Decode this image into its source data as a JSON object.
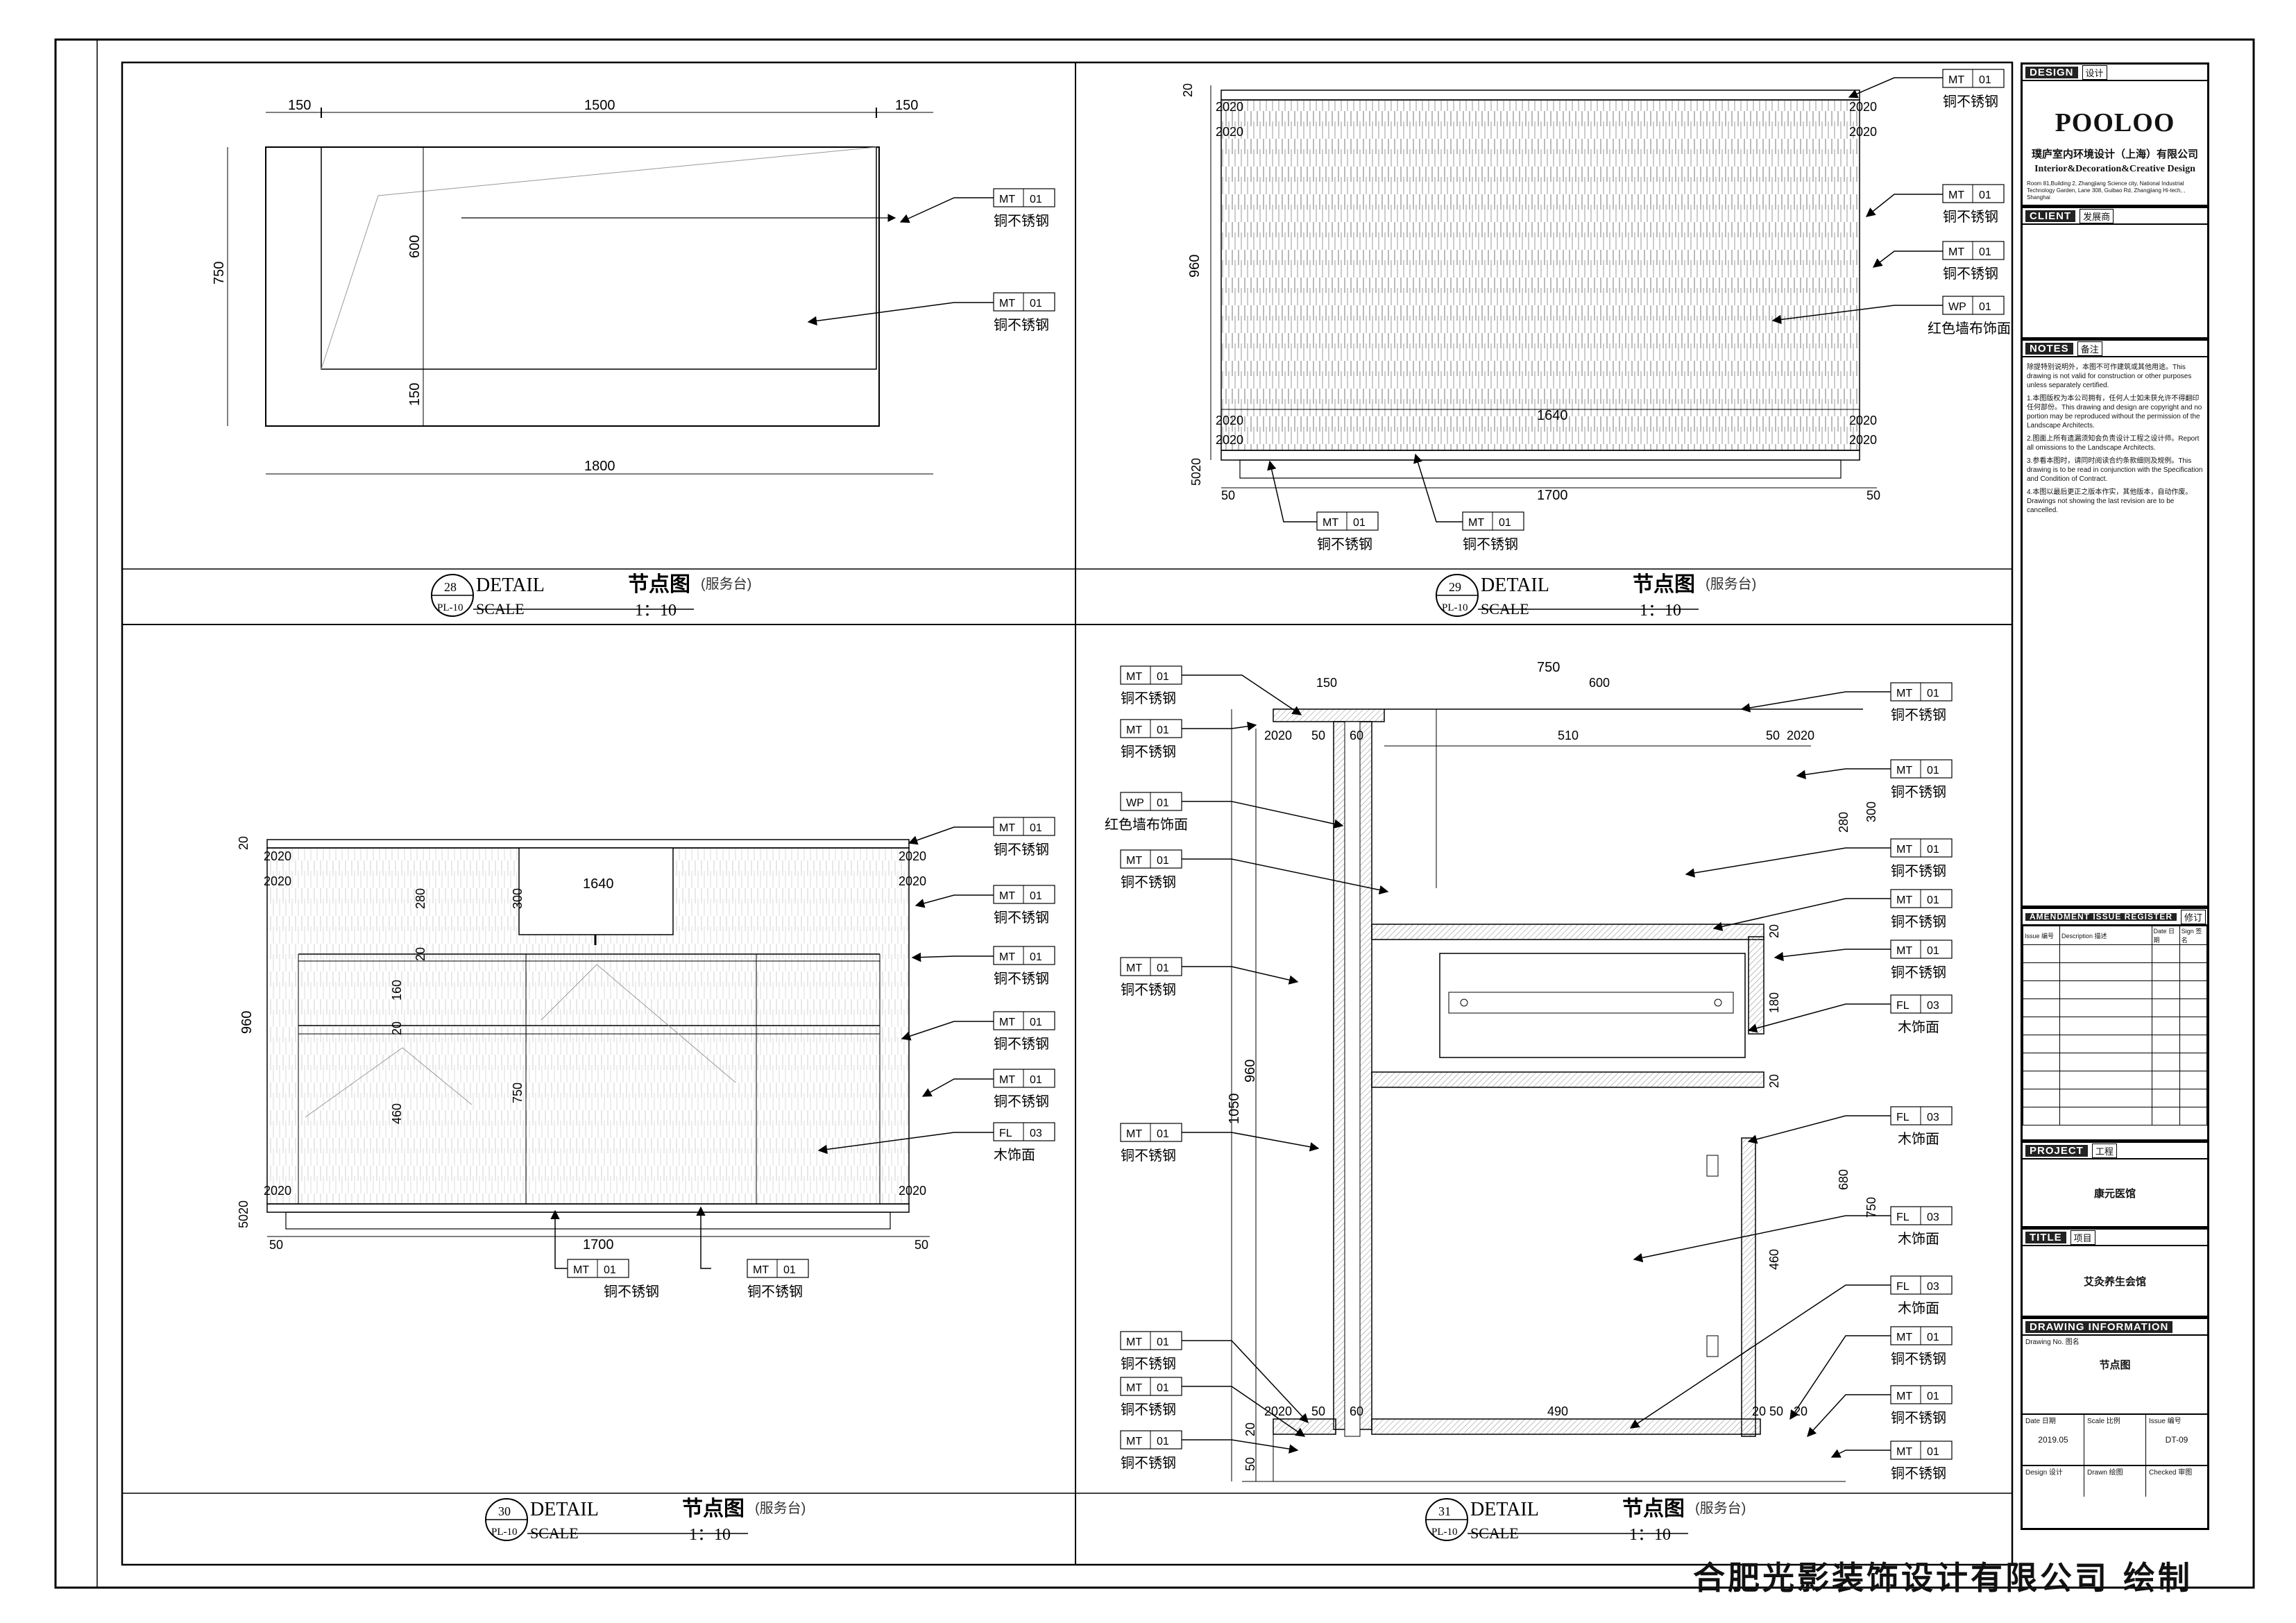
{
  "details": [
    {
      "num": "28",
      "sheet": "PL-10",
      "label": "DETAIL",
      "title_cn": "节点图",
      "subtitle": "(服务台)",
      "scale_label": "SCALE",
      "scale": "1：10"
    },
    {
      "num": "29",
      "sheet": "PL-10",
      "label": "DETAIL",
      "title_cn": "节点图",
      "subtitle": "(服务台)",
      "scale_label": "SCALE",
      "scale": "1：10"
    },
    {
      "num": "30",
      "sheet": "PL-10",
      "label": "DETAIL",
      "title_cn": "节点图",
      "subtitle": "(服务台)",
      "scale_label": "SCALE",
      "scale": "1：10"
    },
    {
      "num": "31",
      "sheet": "PL-10",
      "label": "DETAIL",
      "title_cn": "节点图",
      "subtitle": "(服务台)",
      "scale_label": "SCALE",
      "scale": "1：10"
    }
  ],
  "materials": {
    "mt": {
      "code": "MT",
      "num": "01",
      "name": "铜不锈钢"
    },
    "wp": {
      "code": "WP",
      "num": "01",
      "name": "红色墙布饰面"
    },
    "fl": {
      "code": "FL",
      "num": "03",
      "name": "木饰面"
    }
  },
  "dims": {
    "d28": {
      "a": "150",
      "b": "1500",
      "c": "150",
      "total": "1800",
      "h": "750",
      "inner": "600",
      "bottom": "150"
    },
    "d29": {
      "top": "20",
      "h": "960",
      "w1": "1640",
      "w2": "1700",
      "l": "50",
      "r": "50",
      "bot": "5020",
      "s1": "2020",
      "s2": "2020"
    },
    "d30": {
      "top": "20",
      "h": "960",
      "w1": "1640",
      "w2": "1700",
      "l": "50",
      "r": "50",
      "bot": "5020",
      "v1": "280",
      "v2": "300",
      "v3": "20",
      "v4": "160",
      "v5": "20",
      "v6": "460",
      "v7": "750",
      "s1": "2020",
      "s2": "2020"
    },
    "d31": {
      "w": "750",
      "a": "150",
      "b": "600",
      "c": "510",
      "d": "490",
      "h1": "1050",
      "h2": "960",
      "v1": "280",
      "v2": "300",
      "v3": "20",
      "v4": "180",
      "v5": "20",
      "v6": "680",
      "v7": "750",
      "v8": "460",
      "t1": "20",
      "t2": "50",
      "t3": "60",
      "t4": "50",
      "t5": "20",
      "b1": "20",
      "b2": "50",
      "b3": "20",
      "s1": "2020",
      "s2": "2020"
    }
  },
  "titleblock": {
    "design_en": "DESIGN",
    "design_cn": "设计",
    "logo": "POOLOO",
    "company_cn": "璞庐室内环境设计（上海）有限公司",
    "company_en": "Interior&Decoration&Creative Design",
    "address": "Room 81,Building 2, Zhangjiang Science city, National Industrial Technology Garden, Lane 308, Guibao Rd, Zhangjiang Hi-tech, , Shanghai",
    "client_en": "CLIENT",
    "client_cn": "发展商",
    "notes_en": "NOTES",
    "notes_cn": "备注",
    "notes": [
      "除提特别说明外，本图不可作建筑或其他用途。This drawing is not valid for construction or other purposes unless separately certified.",
      "1.本图版权为本公司拥有，任何人士如未获允许不得翻印任何部份。This drawing and design are copyright and no portion may be reproduced without the permission of the Landscape Architects.",
      "2.图面上所有遗漏须知会负责设计工程之设计师。Report all omissions to the Landscape Architects.",
      "3.参看本图时，请同时阅读合约条款细则及规例。This drawing is to be read in conjunction with the Specification and Condition of Contract.",
      "4.本图以最后更正之版本作实，其他版本，自动作废。Drawings not showing the last revision are to be cancelled."
    ],
    "amendment_en": "AMENDMENT ISSUE REGISTER",
    "amendment_cn": "修订",
    "amend_cols": [
      "Issue 编号",
      "Description 描述",
      "Date 日期",
      "Sign 签名"
    ],
    "project_en": "PROJECT",
    "project_cn": "工程",
    "project": "康元医馆",
    "title_en": "TITLE",
    "title_cn": "项目",
    "title": "艾灸养生会馆",
    "drawing_info": "DRAWING INFORMATION",
    "drawing_no_label": "Drawing No. 图名",
    "drawing_no": "节点图",
    "date_label": "Date 日期",
    "date": "2019.05",
    "scale_label": "Scale 比例",
    "scale": "",
    "issue_label": "Issue 编号",
    "issue": "DT-09",
    "design_label": "Design 设计",
    "drawn_label": "Drawn 绘图",
    "checked_label": "Checked 审图"
  },
  "credit": "合肥光影装饰设计有限公司 绘制"
}
